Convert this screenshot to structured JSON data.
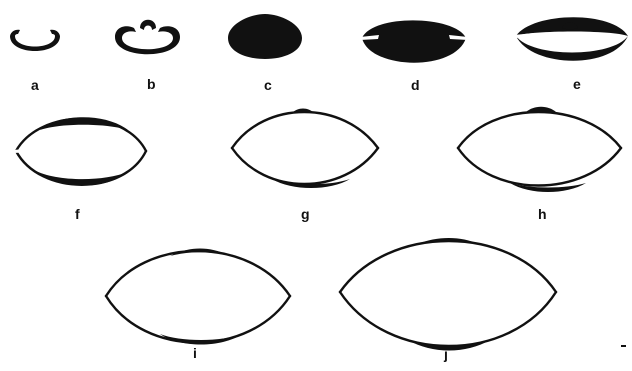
{
  "figure": {
    "panels": [
      {
        "id": "a",
        "label": "a"
      },
      {
        "id": "b",
        "label": "b"
      },
      {
        "id": "c",
        "label": "c"
      },
      {
        "id": "d",
        "label": "d"
      },
      {
        "id": "e",
        "label": "e"
      },
      {
        "id": "f",
        "label": "f"
      },
      {
        "id": "g",
        "label": "g"
      },
      {
        "id": "h",
        "label": "h"
      },
      {
        "id": "i",
        "label": "i"
      },
      {
        "id": "j",
        "label": "j"
      }
    ],
    "colors": {
      "ink": "#111111",
      "background": "#ffffff"
    }
  }
}
